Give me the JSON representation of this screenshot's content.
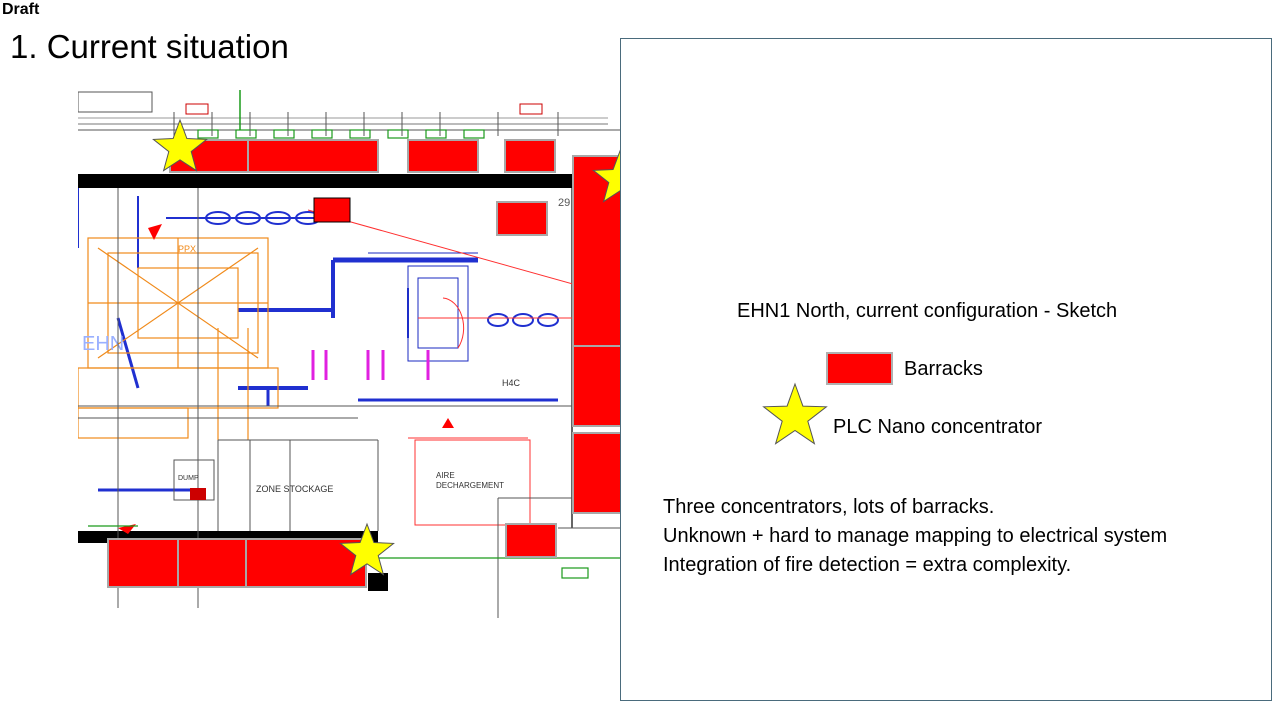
{
  "header": {
    "draft_label": "Draft",
    "title": "1. Current situation"
  },
  "drawing": {
    "labels": {
      "zone": "ZONE STOCKAGE",
      "aire_line1": "AIRE",
      "aire_line2": "DECHARGEMENT",
      "h4c": "H4C",
      "dump": "DUMP",
      "num29": "29",
      "ppx": "PPX",
      "ehn": "EHN"
    },
    "colors": {
      "barrack": "#ff0000",
      "star": "#ffff00",
      "wall": "#000000"
    }
  },
  "legend": {
    "title": "EHN1 North, current configuration - Sketch",
    "barracks_label": "Barracks",
    "concentrator_label": "PLC Nano concentrator",
    "notes": [
      "Three concentrators, lots of barracks.",
      "Unknown + hard to manage mapping to electrical system",
      "Integration of fire detection = extra complexity."
    ]
  }
}
